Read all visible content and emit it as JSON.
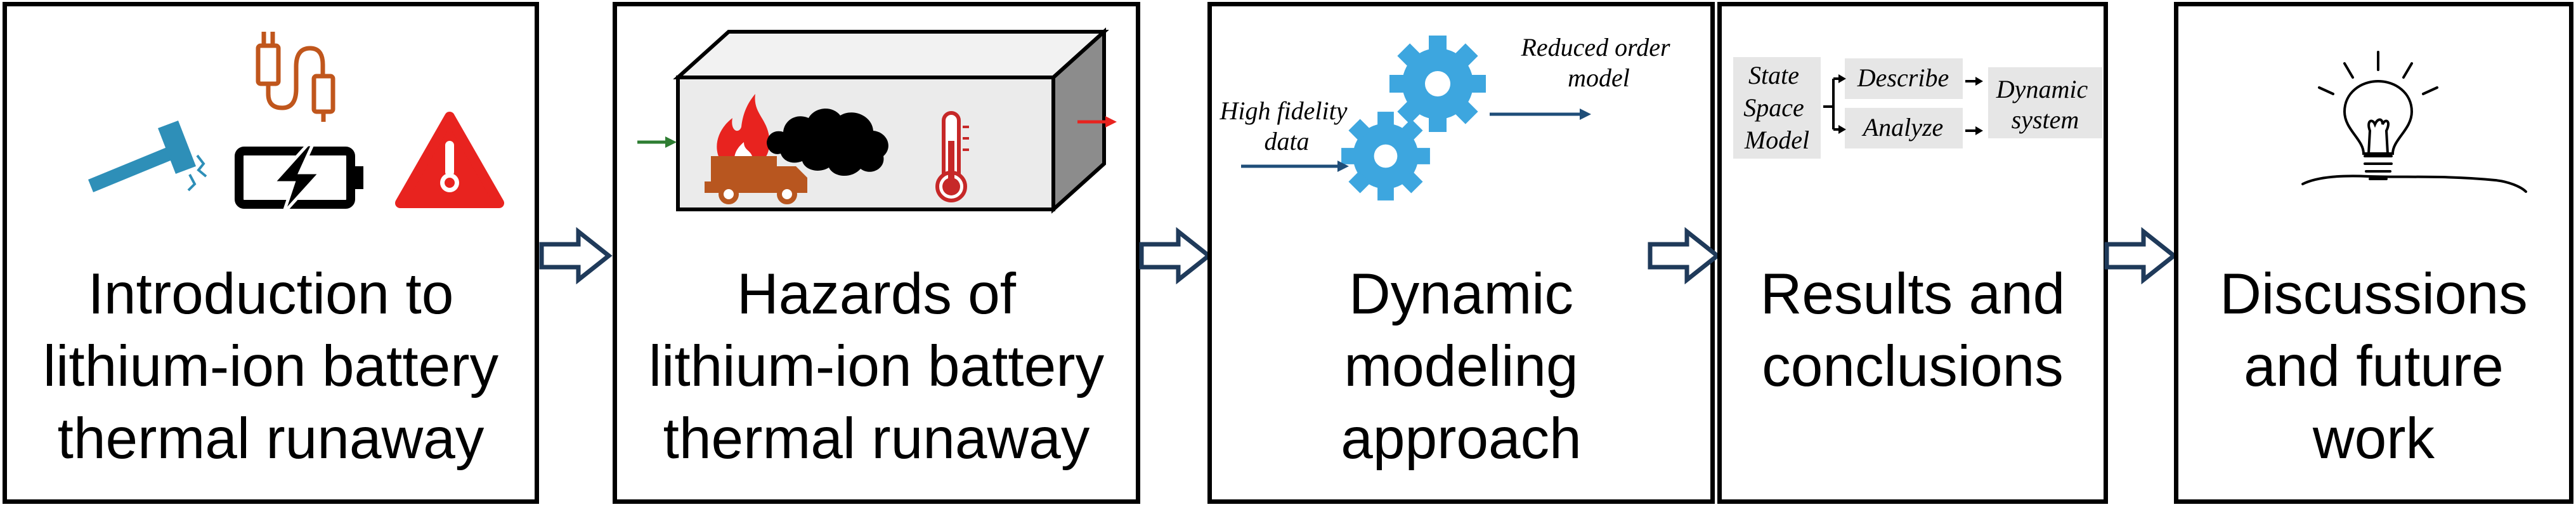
{
  "stages": [
    {
      "caption": [
        "Introduction to",
        "lithium-ion battery",
        "thermal runaway"
      ]
    },
    {
      "caption": [
        "Hazards of",
        "lithium-ion battery",
        "thermal runaway"
      ]
    },
    {
      "caption": [
        "Dynamic",
        "modeling",
        "approach"
      ]
    },
    {
      "caption": [
        "Results and",
        "conclusions"
      ]
    },
    {
      "caption": [
        "Discussions",
        "and future",
        "work"
      ]
    }
  ],
  "modeling": {
    "input_label": [
      "High fidelity",
      "data"
    ],
    "output_label": [
      "Reduced order",
      "model"
    ]
  },
  "results": {
    "model_label": [
      "State",
      "Space",
      "Model"
    ],
    "describe": "Describe",
    "analyze": "Analyze",
    "system_label": [
      "Dynamic",
      "system"
    ]
  },
  "colors": {
    "outline": "#000000",
    "hammer": "#2e8fb8",
    "cable": "#c0561c",
    "warning": "#e8231f",
    "fire": "#e8231f",
    "truck": "#b8561f",
    "gear": "#3da6df",
    "arrow_navy": "#1f4e79",
    "inlet": "#2e7d32",
    "outlet": "#e8231f",
    "panel": "#e6e6e6"
  },
  "icons": [
    "hammer-icon",
    "charging-cable-icon",
    "battery-charging-icon",
    "warning-thermometer-icon",
    "fire-icon",
    "smoke-icon",
    "truck-icon",
    "thermometer-icon",
    "gear-icon",
    "lightbulb-icon"
  ]
}
